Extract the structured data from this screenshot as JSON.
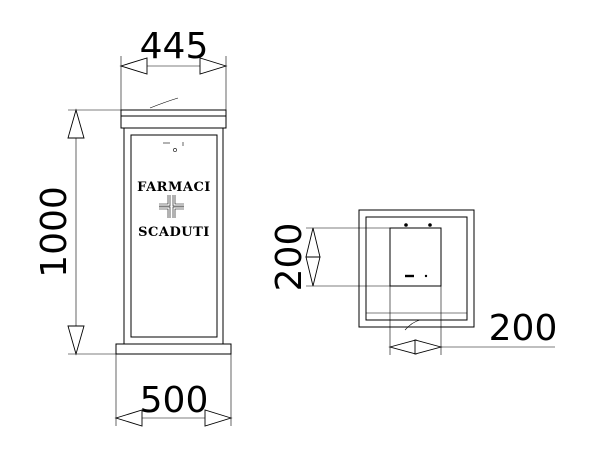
{
  "front_view": {
    "dim_top": "445",
    "dim_height": "1000",
    "dim_bottom": "500",
    "label_line1": "FARMACI",
    "label_line2": "SCADUTI"
  },
  "top_view": {
    "dim_side": "200",
    "dim_bottom": "200"
  }
}
